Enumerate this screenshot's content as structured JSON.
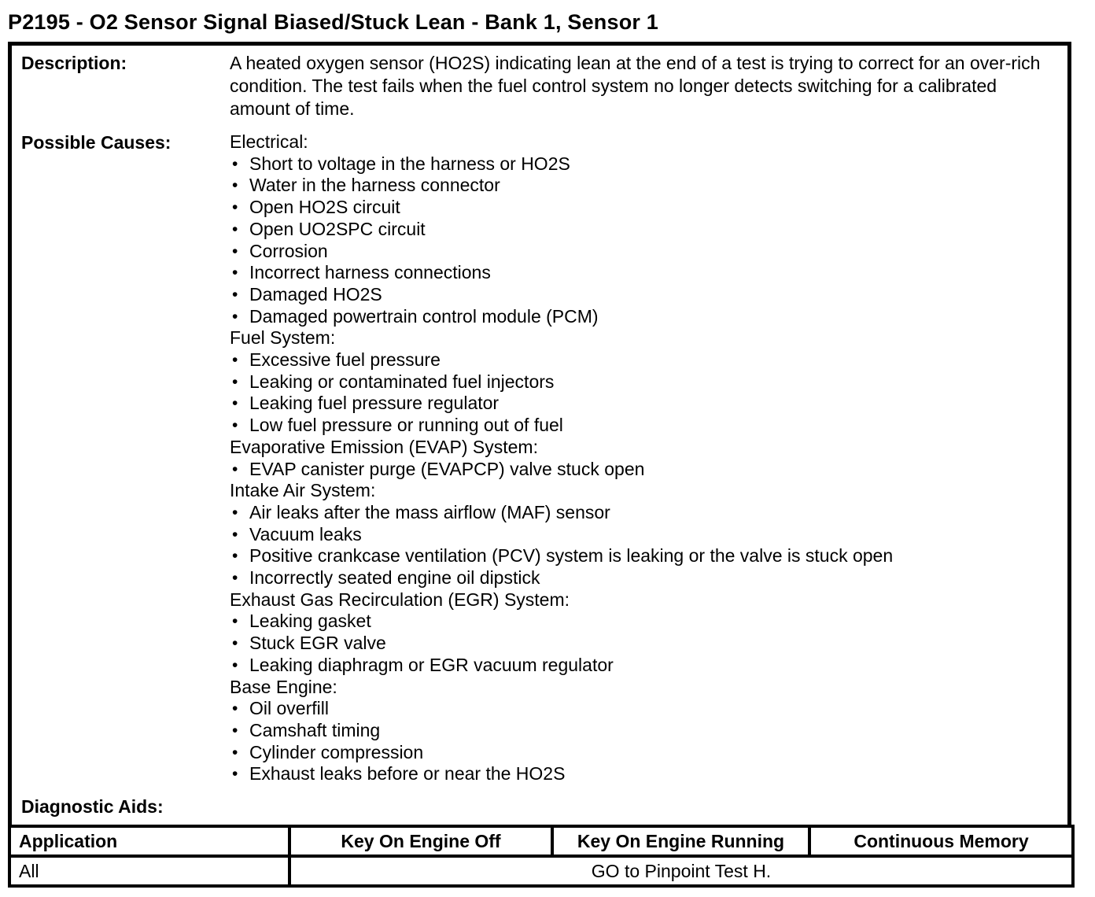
{
  "title": "P2195 - O2 Sensor Signal Biased/Stuck Lean - Bank 1, Sensor 1",
  "info": {
    "description_label": "Description:",
    "description_text": "A heated oxygen sensor (HO2S) indicating lean at the end of a test is trying to correct for an over-rich condition. The test fails when the fuel control system no longer detects switching for a calibrated amount of time.",
    "possible_causes_label": "Possible Causes:",
    "cause_sections": [
      {
        "heading": "Electrical:",
        "items": [
          "Short to voltage in the harness or HO2S",
          "Water in the harness connector",
          "Open HO2S circuit",
          "Open UO2SPC circuit",
          "Corrosion",
          "Incorrect harness connections",
          "Damaged HO2S",
          "Damaged powertrain control module (PCM)"
        ]
      },
      {
        "heading": "Fuel System:",
        "items": [
          "Excessive fuel pressure",
          "Leaking or contaminated fuel injectors",
          "Leaking fuel pressure regulator",
          "Low fuel pressure or running out of fuel"
        ]
      },
      {
        "heading": "Evaporative Emission (EVAP) System:",
        "items": [
          "EVAP canister purge (EVAPCP) valve stuck open"
        ]
      },
      {
        "heading": "Intake Air System:",
        "items": [
          "Air leaks after the mass airflow (MAF) sensor",
          "Vacuum leaks",
          "Positive crankcase ventilation (PCV) system is leaking or the valve is stuck open",
          "Incorrectly seated engine oil dipstick"
        ]
      },
      {
        "heading": "Exhaust Gas Recirculation (EGR) System:",
        "items": [
          "Leaking gasket",
          "Stuck EGR valve",
          "Leaking diaphragm or EGR vacuum regulator"
        ]
      },
      {
        "heading": "Base Engine:",
        "items": [
          "Oil overfill",
          "Camshaft timing",
          "Cylinder compression",
          "Exhaust leaks before or near the HO2S"
        ]
      }
    ],
    "diagnostic_aids_label": "Diagnostic Aids:"
  },
  "application_table": {
    "headers": [
      "Application",
      "Key On Engine Off",
      "Key On Engine Running",
      "Continuous Memory"
    ],
    "row": {
      "application": "All",
      "action": "GO to Pinpoint Test H."
    }
  },
  "colors": {
    "text": "#000000",
    "background": "#ffffff",
    "border": "#000000"
  },
  "bullet_glyph": "•"
}
